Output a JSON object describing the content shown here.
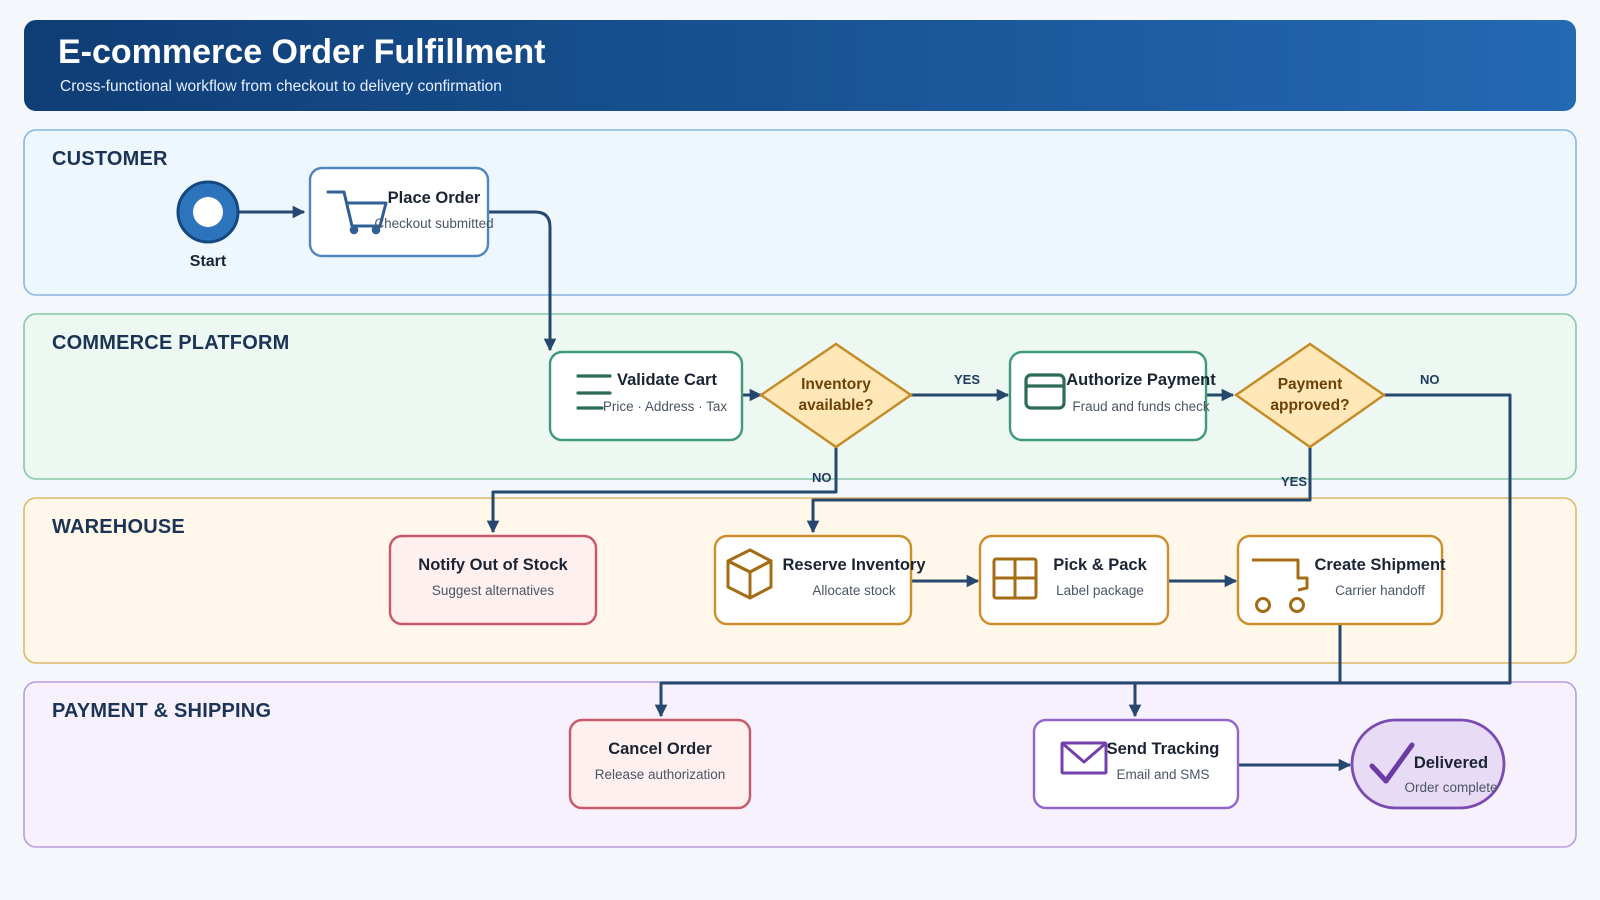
{
  "header": {
    "title": "E-commerce Order Fulfillment",
    "subtitle": "Cross-functional workflow from checkout to delivery confirmation"
  },
  "lanes": {
    "customer": "CUSTOMER",
    "platform": "COMMERCE PLATFORM",
    "warehouse": "WAREHOUSE",
    "payment": "PAYMENT & SHIPPING"
  },
  "start": {
    "label": "Start"
  },
  "nodes": {
    "place_order": {
      "title": "Place Order",
      "subtitle": "Checkout submitted",
      "icon": "cart-icon"
    },
    "validate_cart": {
      "title": "Validate Cart",
      "subtitle": "Price · Address · Tax",
      "icon": "list-icon"
    },
    "authorize_payment": {
      "title": "Authorize Payment",
      "subtitle": "Fraud and funds check",
      "icon": "card-icon"
    },
    "notify_out_of_stock": {
      "title": "Notify Out of Stock",
      "subtitle": "Suggest alternatives"
    },
    "reserve_inventory": {
      "title": "Reserve Inventory",
      "subtitle": "Allocate stock",
      "icon": "box-icon"
    },
    "pick_pack": {
      "title": "Pick & Pack",
      "subtitle": "Label package",
      "icon": "grid-icon"
    },
    "create_shipment": {
      "title": "Create Shipment",
      "subtitle": "Carrier handoff",
      "icon": "truck-icon"
    },
    "cancel_order": {
      "title": "Cancel Order",
      "subtitle": "Release authorization"
    },
    "send_tracking": {
      "title": "Send Tracking",
      "subtitle": "Email and SMS",
      "icon": "envelope-icon"
    },
    "delivered": {
      "title": "Delivered",
      "subtitle": "Order complete",
      "icon": "checkmark-icon"
    }
  },
  "decisions": {
    "inventory": {
      "line1": "Inventory",
      "line2": "available?"
    },
    "payment": {
      "line1": "Payment",
      "line2": "approved?"
    }
  },
  "edge_labels": {
    "inventory_yes": "YES",
    "inventory_no": "NO",
    "payment_yes": "YES",
    "payment_no": "NO"
  },
  "colors": {
    "header_start": "#0f3d75",
    "header_end": "#2369b3",
    "customer_lane": "#eef6fe",
    "platform_lane": "#edf8f3",
    "warehouse_lane": "#fff7ea",
    "payment_lane": "#f6f1fc",
    "edge": "#27486e"
  }
}
